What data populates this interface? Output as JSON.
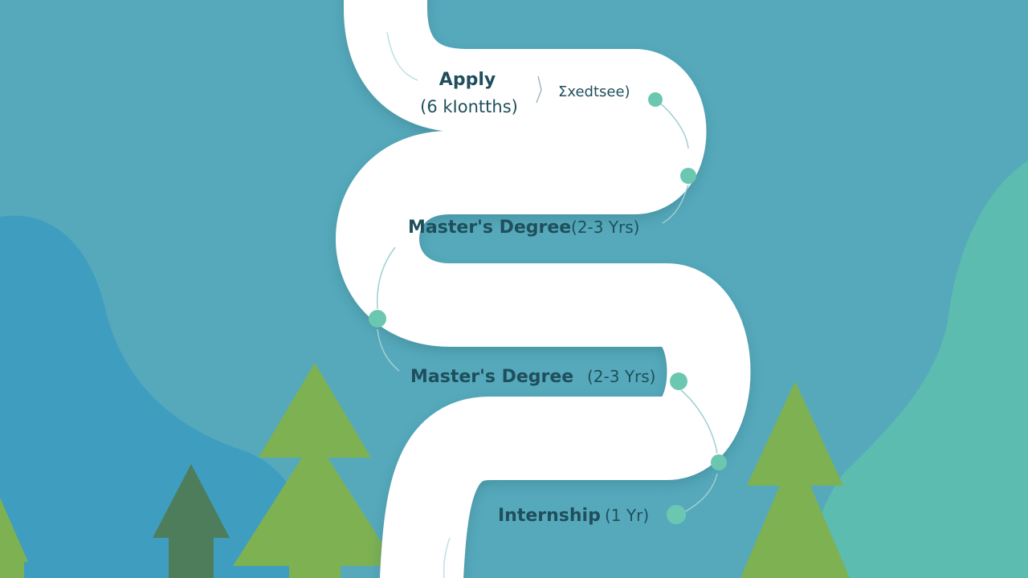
{
  "colors": {
    "background": "#56a9bb",
    "hill_left": "#3f9ebf",
    "hill_right": "#5cbcb0",
    "tree_light": "#7eb152",
    "tree_dark": "#4e7d5c",
    "road": "#ffffff",
    "node": "#6cc7b0",
    "text": "#1f4f5c"
  },
  "milestones": [
    {
      "id": "apply",
      "title": "Apply",
      "detail": "(6 kIontths)"
    },
    {
      "id": "side-note",
      "title": "Σxedtsee)"
    },
    {
      "id": "masters-1",
      "title": "Master's Degree",
      "detail": "(2-3 Yrs)"
    },
    {
      "id": "masters-2",
      "title": "Master's Degree",
      "detail": "(2-3 Yrs)"
    },
    {
      "id": "internship",
      "title": "Internship",
      "detail": "(1 Yr)"
    }
  ]
}
